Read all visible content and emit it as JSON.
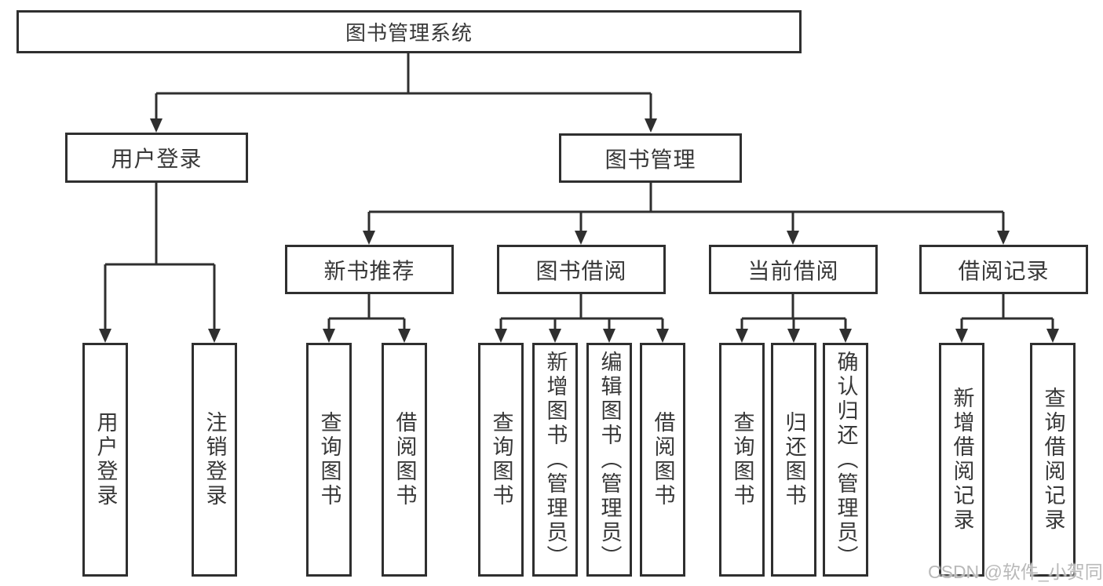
{
  "diagram": {
    "root": "图书管理系统",
    "branches": {
      "user_login": {
        "label": "用户登录",
        "children": [
          "用户登录",
          "注销登录"
        ]
      },
      "book_mgmt": {
        "label": "图书管理",
        "children": {
          "new_book_rec": {
            "label": "新书推荐",
            "children": [
              "查询图书",
              "借阅图书"
            ]
          },
          "book_borrow": {
            "label": "图书借阅",
            "children": [
              "查询图书",
              "新增图书（管理员）",
              "编辑图书（管理员）",
              "借阅图书"
            ]
          },
          "current_borrow": {
            "label": "当前借阅",
            "children": [
              "查询图书",
              "归还图书",
              "确认归还（管理员）"
            ]
          },
          "borrow_records": {
            "label": "借阅记录",
            "children": [
              "新增借阅记录",
              "查询借阅记录"
            ]
          }
        }
      }
    }
  },
  "watermark": "CSDN @软件_小贺同学",
  "colors": {
    "line": "#2f2f2f",
    "text": "#383838",
    "watermark": "#b9b9b9",
    "background": "#ffffff"
  }
}
